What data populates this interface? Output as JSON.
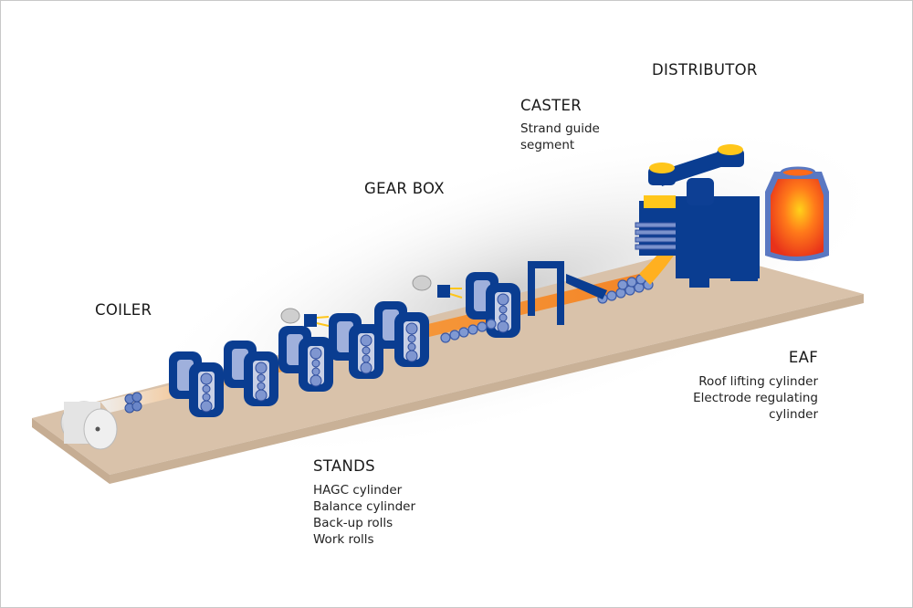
{
  "colors": {
    "machine_blue": "#0a3d91",
    "machine_blue_light": "#5573b8",
    "strip_orange": "#f58220",
    "molten_yellow": "#ffc61a",
    "platform": "#d9c2aa",
    "roll_gray": "#c8d0e6"
  },
  "labels": {
    "distributor": {
      "title": "DISTRIBUTOR"
    },
    "caster": {
      "title": "CASTER",
      "lines": [
        "Strand guide",
        "segment"
      ]
    },
    "gearbox": {
      "title": "GEAR BOX"
    },
    "coiler": {
      "title": "COILER"
    },
    "eaf": {
      "title": "EAF",
      "lines": [
        "Roof lifting cylinder",
        "Electrode regulating",
        "cylinder"
      ]
    },
    "stands": {
      "title": "STANDS",
      "lines": [
        "HAGC cylinder",
        "Balance cylinder",
        "Back-up rolls",
        "Work rolls"
      ]
    }
  }
}
